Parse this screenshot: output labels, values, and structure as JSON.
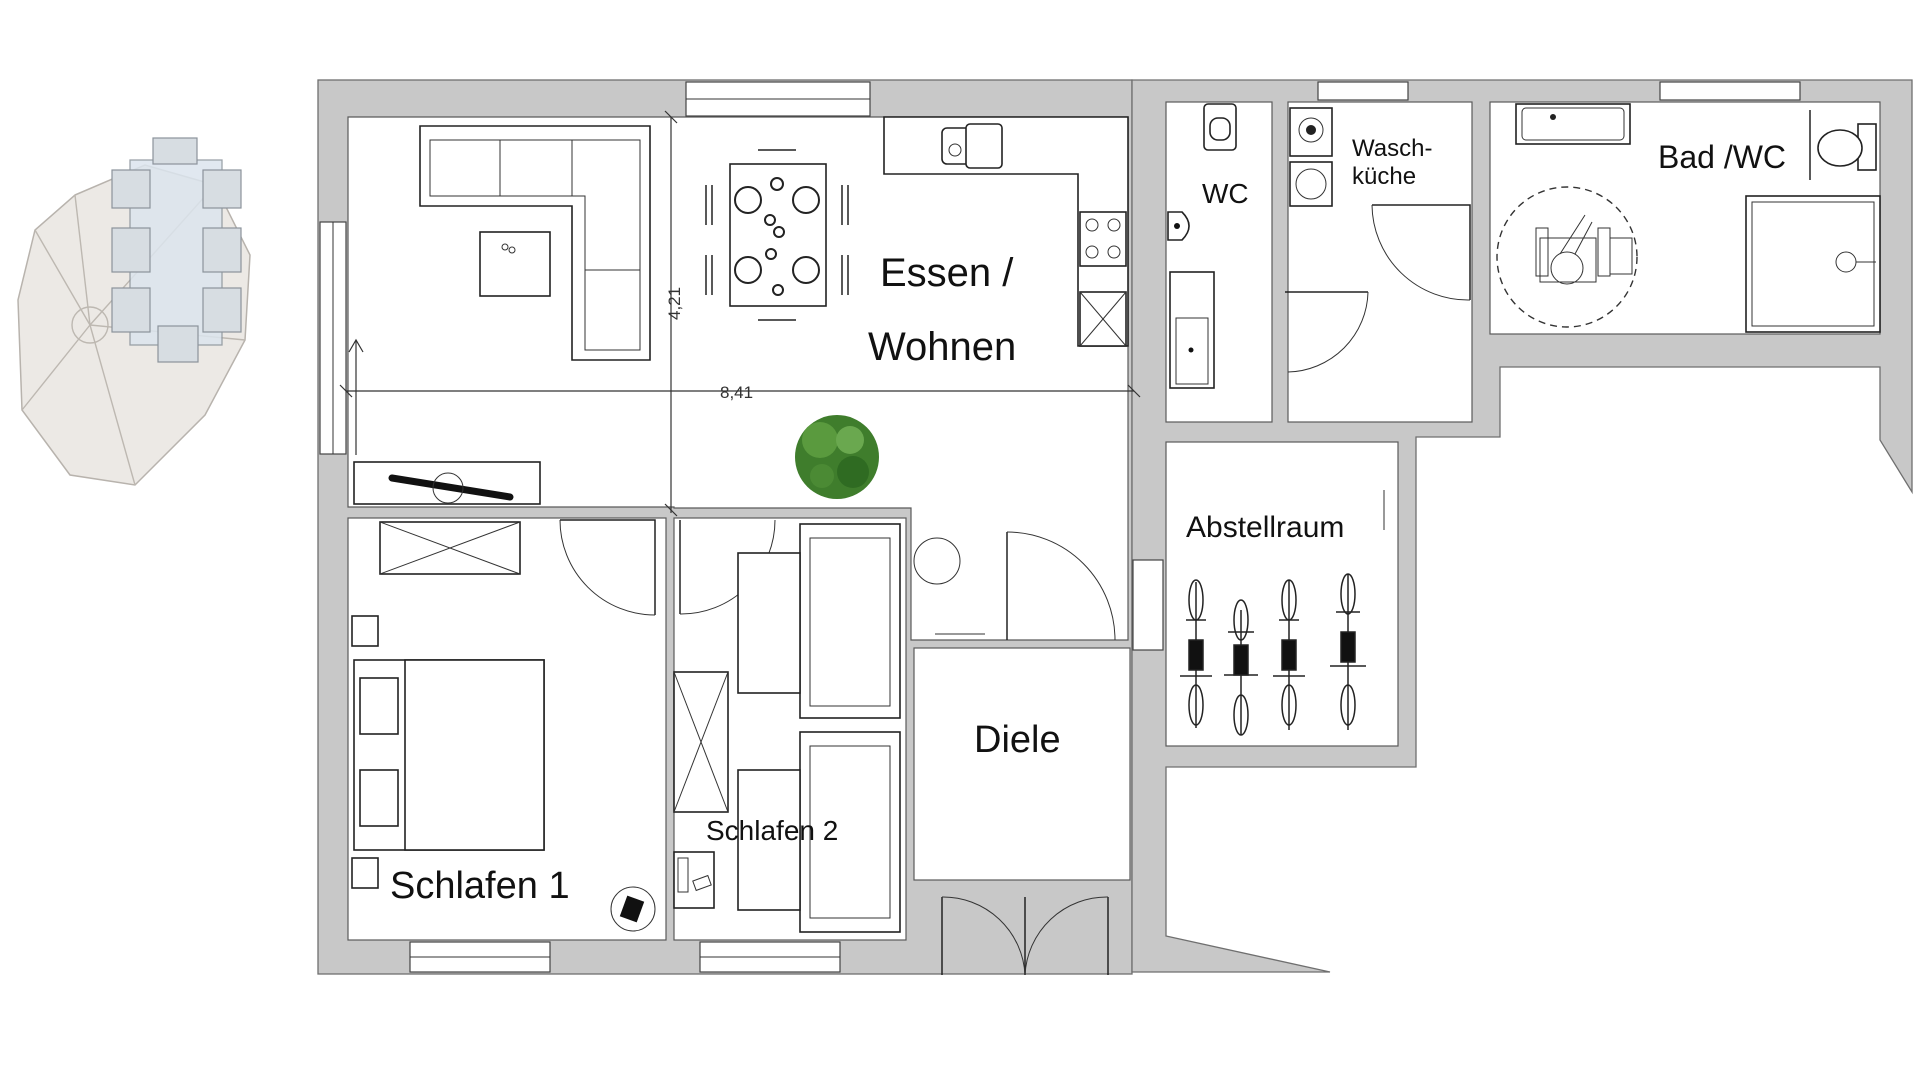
{
  "rooms": {
    "essen": "Essen /",
    "wohnen": "Wohnen",
    "wc": "WC",
    "wasch": "Wasch-",
    "kueche": "küche",
    "bad": "Bad /WC",
    "abstell": "Abstellraum",
    "diele": "Diele",
    "schlafen1": "Schlafen 1",
    "schlafen2": "Schlafen 2"
  },
  "dimensions": {
    "width": "8,41",
    "depth": "4,21"
  },
  "colors": {
    "wall": "#c8c8c8",
    "line": "#222222",
    "plant": "#3f7d2c"
  },
  "icons": [
    "terrace-umbrella-icon",
    "potted-plant-icon",
    "bicycle-icon",
    "wheelchair-icon"
  ]
}
